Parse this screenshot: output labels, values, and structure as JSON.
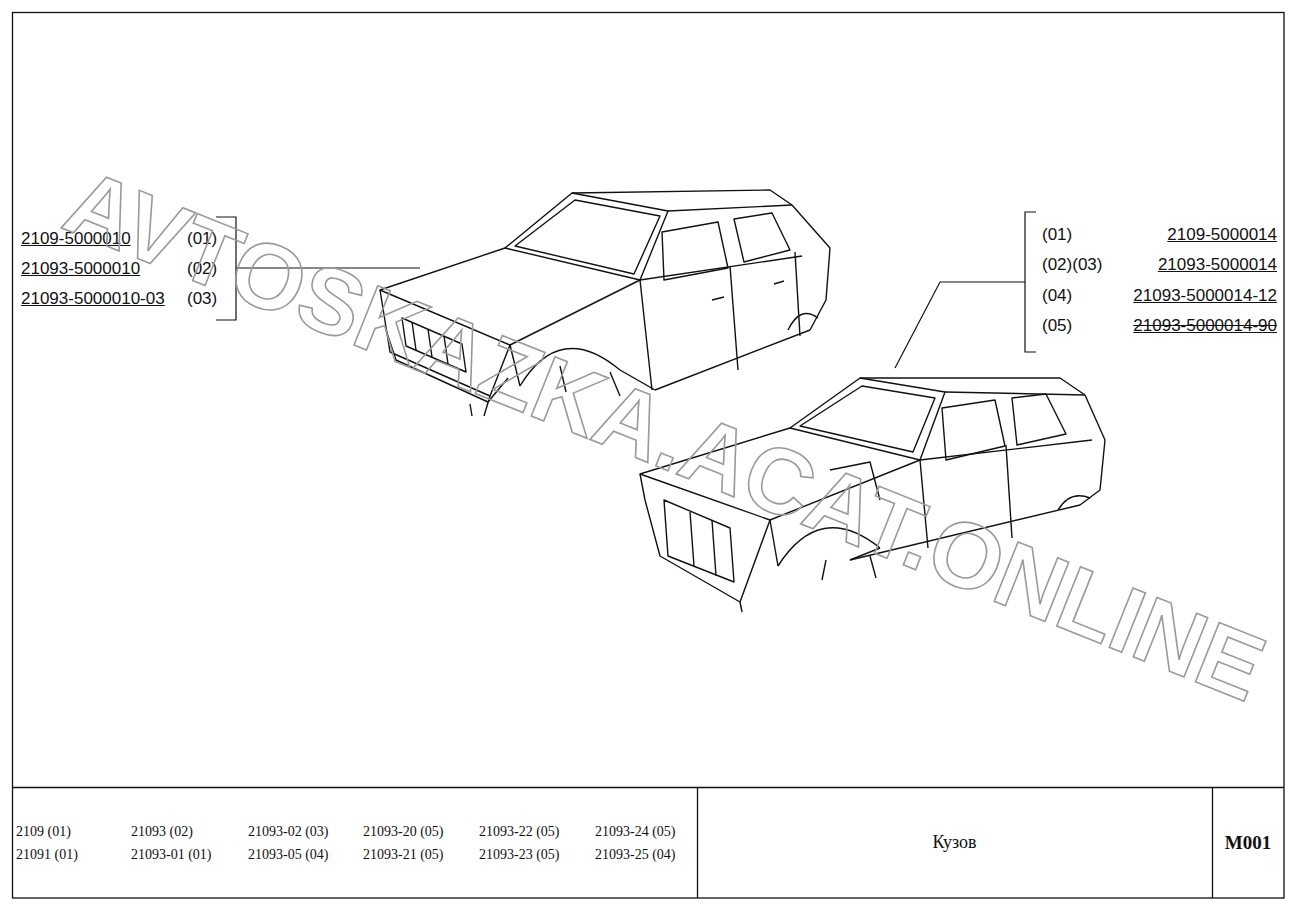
{
  "diagram": {
    "nodes": [
      {
        "text": [
          "2109 (01)",
          "21093 (02)",
          "21093-02 (03)",
          "21093-20 (05)",
          "21093-22 (05)",
          "21093-24 (05)",
          "21091 (01)",
          "21093-01 (01)",
          "21093-05 (04)",
          "21093-21 (05)",
          "21093-23 (05)",
          "21093-25 (04)"
        ]
      },
      {
        "text": [
          "Кузов"
        ]
      },
      {
        "text": [
          "М001"
        ]
      }
    ],
    "labels": [
      "2109-5000010",
      "(01)",
      "21093-5000010",
      "(02)",
      "21093-5000010-03",
      "(03)",
      "(01)",
      "2109-5000014",
      "(02)(03)",
      "21093-5000014",
      "(04)",
      "21093-5000014-12",
      "(05)",
      "21093-5000014-90",
      "AVTOSKAZKA.ACAT.ONLINE"
    ]
  }
}
